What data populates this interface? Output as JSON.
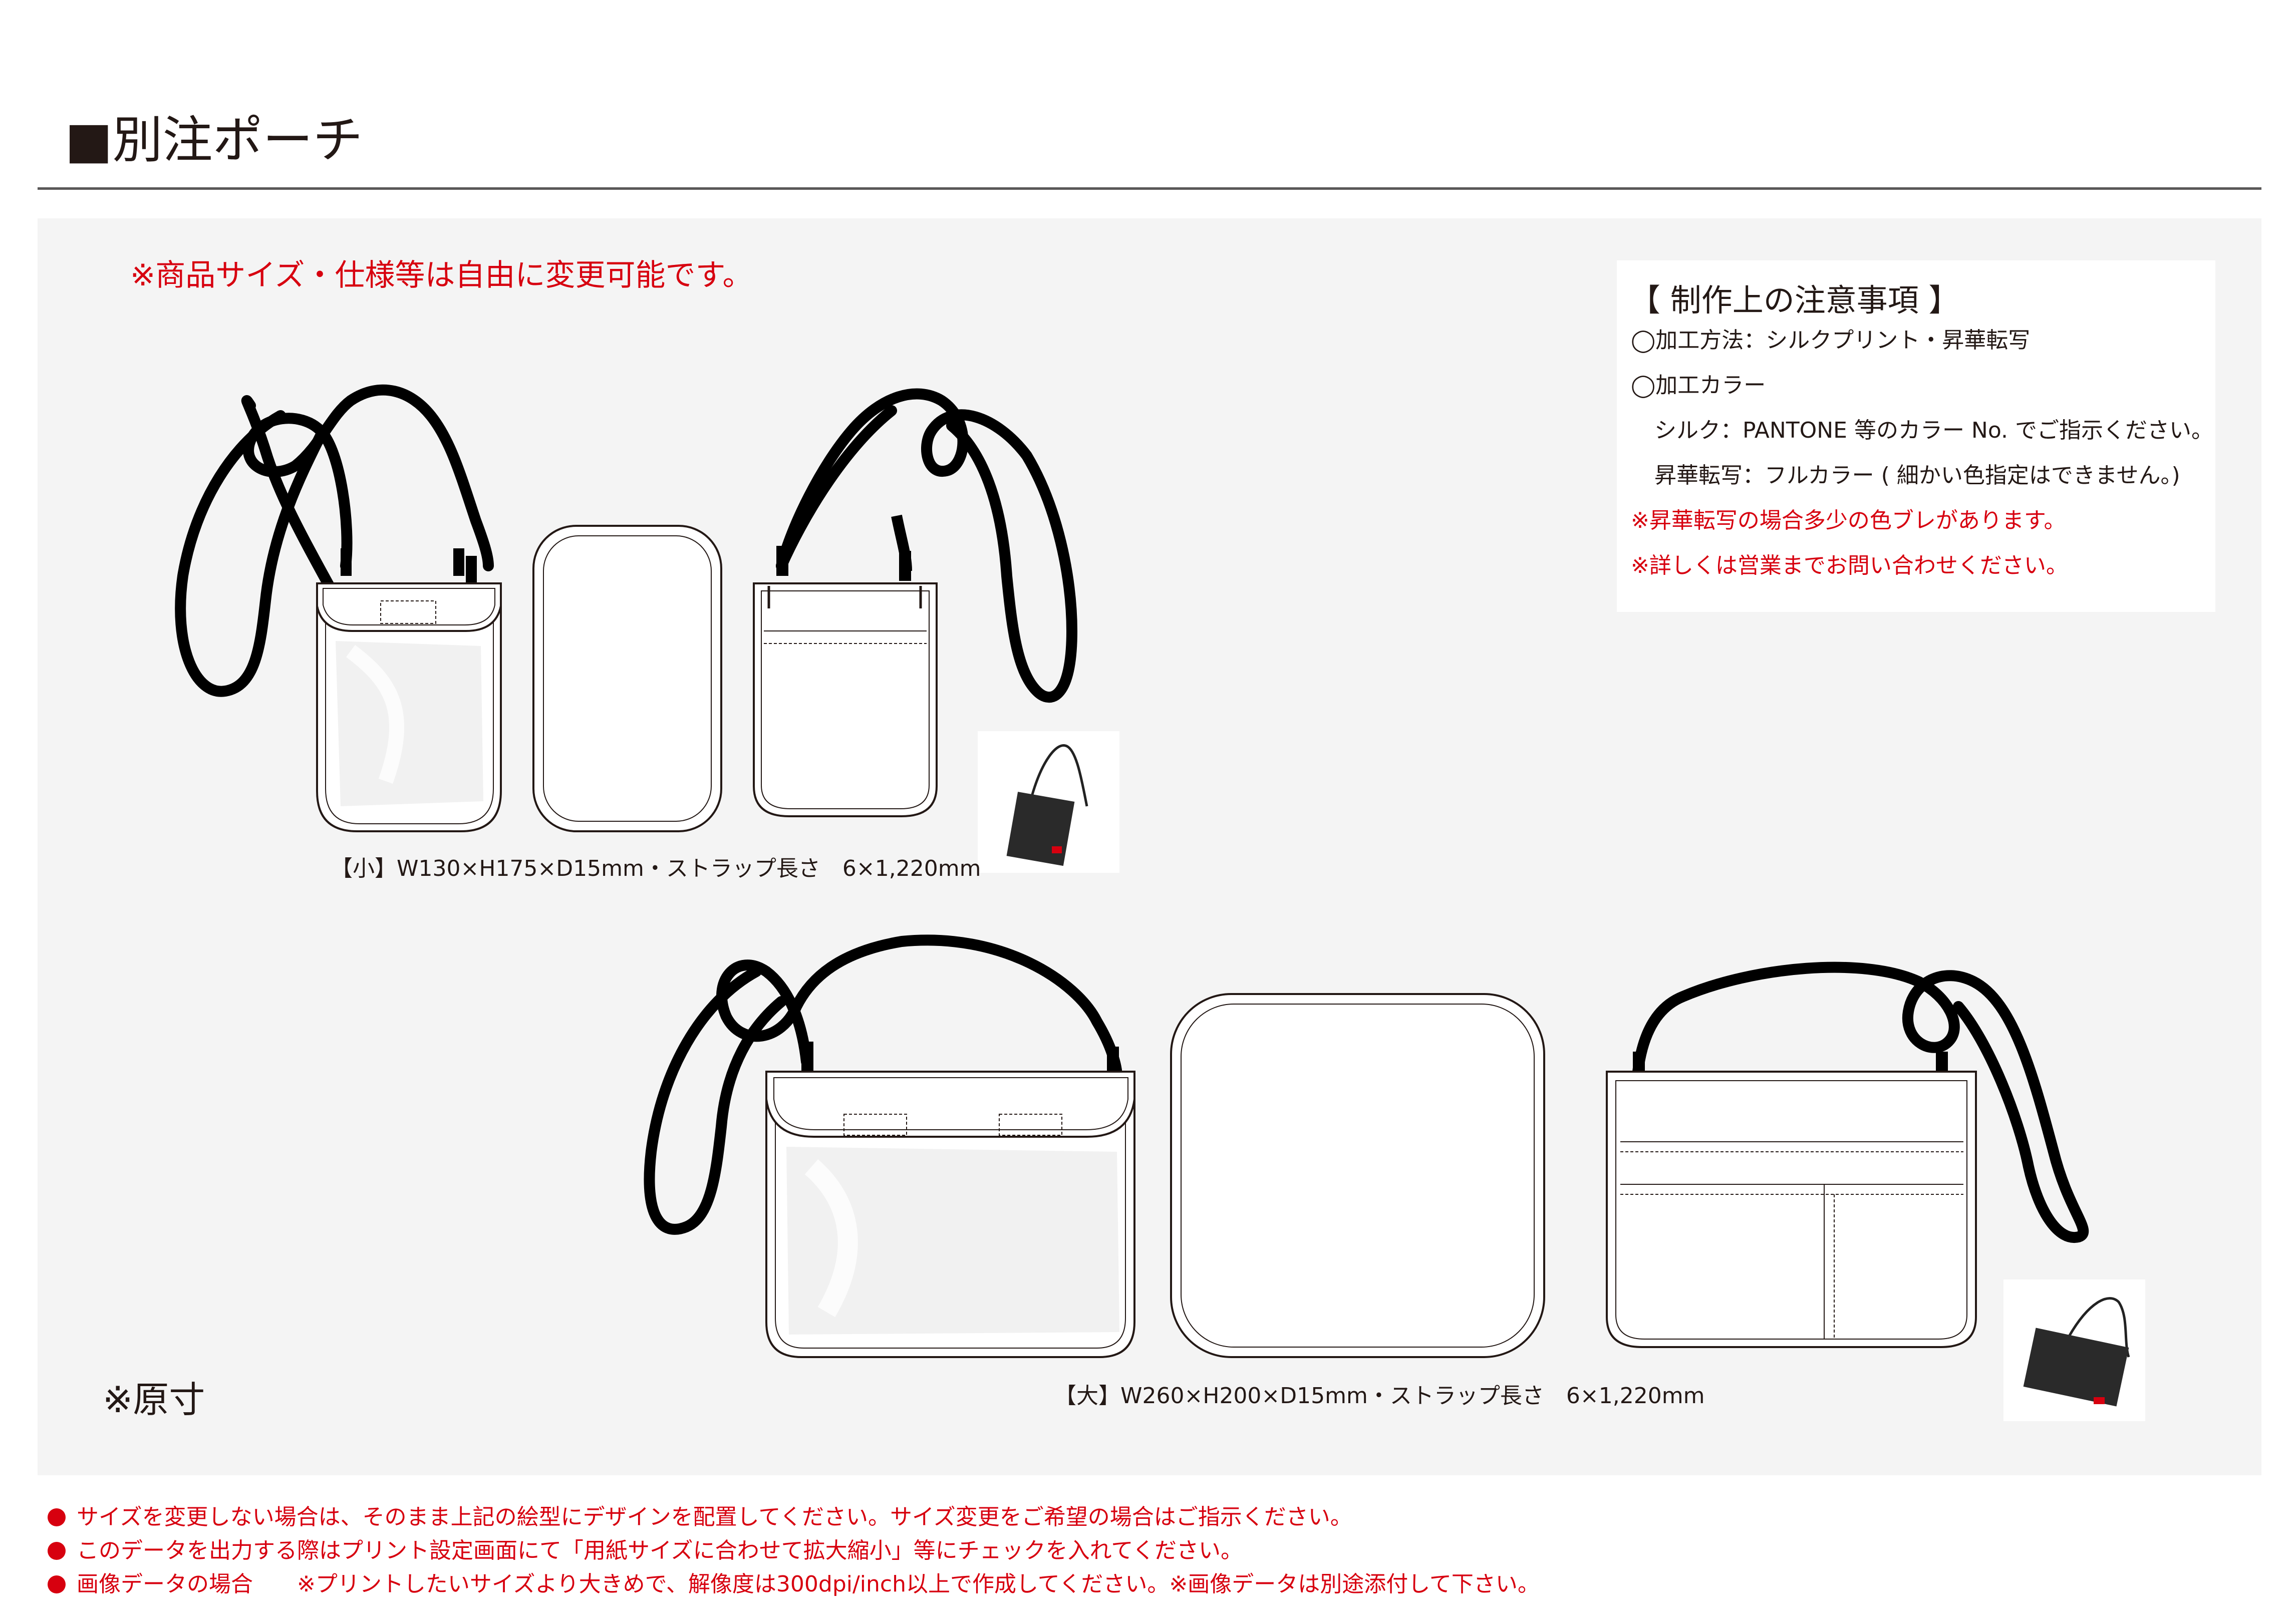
{
  "page": {
    "title": "■別注ポーチ"
  },
  "panel": {
    "notice": "※商品サイズ・仕様等は自由に変更可能です。",
    "original_size_label": "※原寸"
  },
  "notes": {
    "title": "【 制作上の注意事項 】",
    "lines": [
      "◯加工方法：シルクプリント・昇華転写",
      "◯加工カラー",
      "シルク：PANTONE 等のカラー No. でご指示ください。",
      "昇華転写：フルカラー ( 細かい色指定はできません。)",
      "※昇華転写の場合多少の色ブレがあります。",
      "※詳しくは営業までお問い合わせください。"
    ]
  },
  "products": {
    "small_caption": "【小】W130×H175×D15mm・ストラップ長さ　6×1,220mm",
    "large_caption": "【大】W260×H200×D15mm・ストラップ長さ　6×1,220mm"
  },
  "footer": {
    "lines": [
      "サイズを変更しない場合は、そのまま上記の絵型にデザインを配置してください。サイズ変更をご希望の場合はご指示ください。",
      "このデータを出力する際はプリント設定画面にて「用紙サイズに合わせて拡大縮小」等にチェックを入れてください。",
      "画像データの場合　　※プリントしたいサイズより大きめで、解像度は300dpi/inch以上で作成してください。※画像データは別途添付して下さい。"
    ]
  },
  "colors": {
    "accent_red": "#d7000f",
    "text": "#231815",
    "panel_bg": "#f4f4f4"
  }
}
